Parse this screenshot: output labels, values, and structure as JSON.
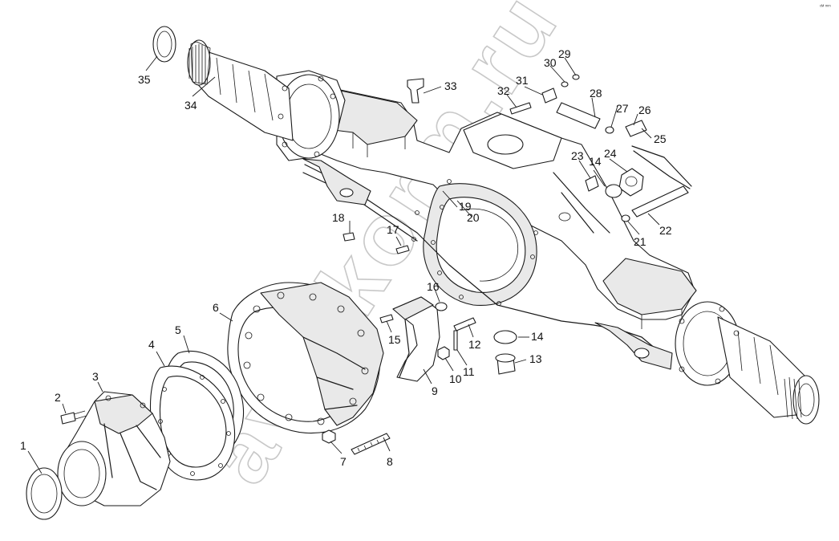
{
  "corner_mark": "ᶜᴹ ᵐᵐ",
  "watermark": "avtokorm.ru",
  "callouts": [
    "1",
    "2",
    "3",
    "4",
    "5",
    "6",
    "7",
    "8",
    "9",
    "10",
    "11",
    "12",
    "13",
    "14",
    "14",
    "15",
    "16",
    "17",
    "18",
    "19",
    "20",
    "21",
    "22",
    "23",
    "24",
    "25",
    "26",
    "27",
    "28",
    "29",
    "30",
    "31",
    "32",
    "33",
    "34",
    "35"
  ]
}
